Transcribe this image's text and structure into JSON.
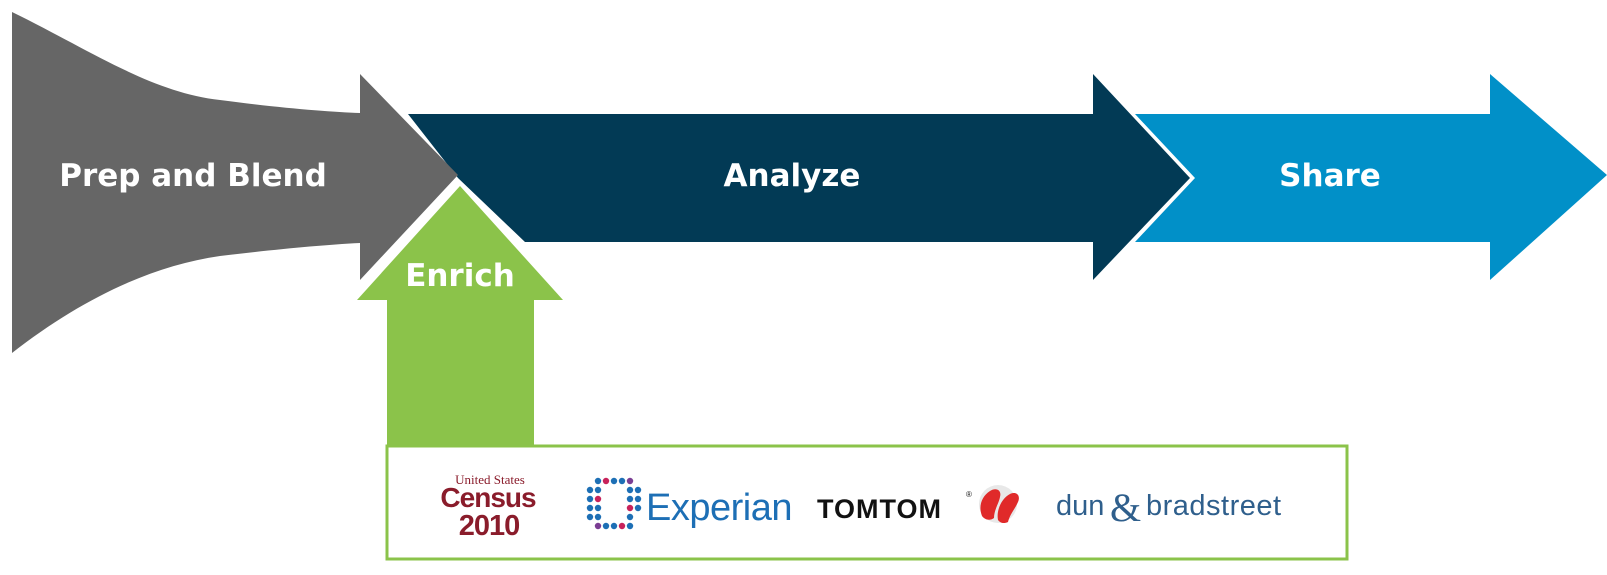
{
  "stages": {
    "prep_blend": {
      "label": "Prep and Blend",
      "color": "#666666"
    },
    "analyze": {
      "label": "Analyze",
      "color": "#023a55"
    },
    "share": {
      "label": "Share",
      "color": "#0190c8"
    },
    "enrich": {
      "label": "Enrich",
      "color": "#8bc34a"
    }
  },
  "data_sources": {
    "border_color": "#8bc34a",
    "census": {
      "line1": "United States",
      "line2": "Census",
      "line3": "2010",
      "color": "#8a1c2b",
      "icon": "census-logo-icon"
    },
    "experian": {
      "name": "Experian",
      "color": "#1d6fb5",
      "icon": "experian-dot-grid-icon"
    },
    "tomtom": {
      "name": "TOMTOM",
      "color": "#111111",
      "icon": "tomtom-hands-icon",
      "icon_color": "#e02a2a"
    },
    "dnb": {
      "word1": "dun",
      "ampersand": "&",
      "word2": "bradstreet",
      "color": "#2f5f8c"
    }
  }
}
